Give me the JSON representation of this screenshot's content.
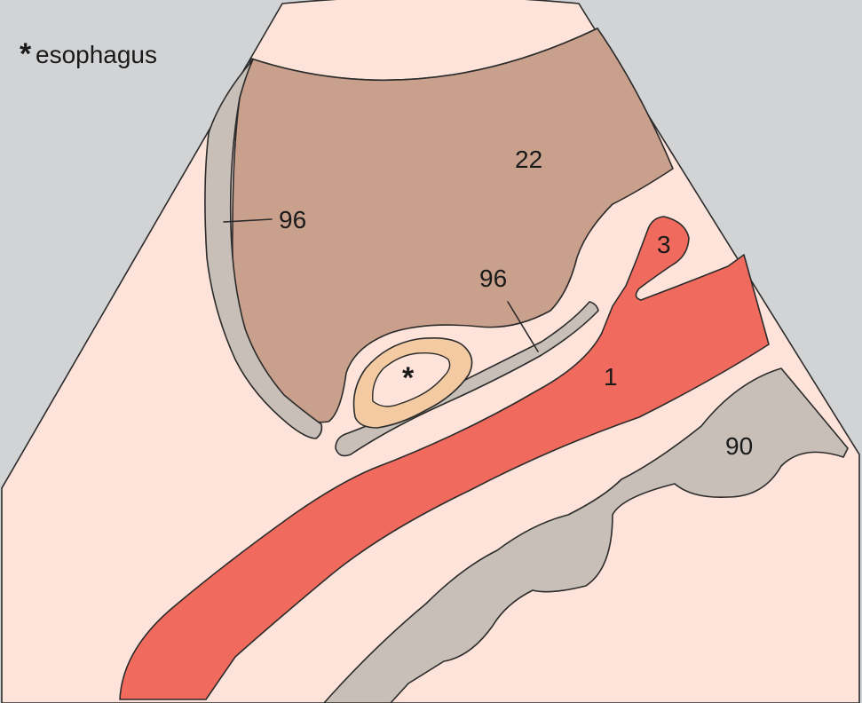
{
  "legend": {
    "symbol": "*",
    "text": "esophagus"
  },
  "labels": {
    "liver": "22",
    "crus_left": "96",
    "crus_center": "96",
    "aorta": "1",
    "celiac": "3",
    "vertebra": "90",
    "esophagus_marker": "*"
  },
  "colors": {
    "background": "#d2d3d5",
    "tissue": "#fde3d9",
    "liver": "#c9a08c",
    "crus": "#c7bfb8",
    "aorta": "#f06b5e",
    "esophagus_outer": "#f3caa2",
    "esophagus_inner": "#fde3d9",
    "outline": "#2b2b2b"
  }
}
